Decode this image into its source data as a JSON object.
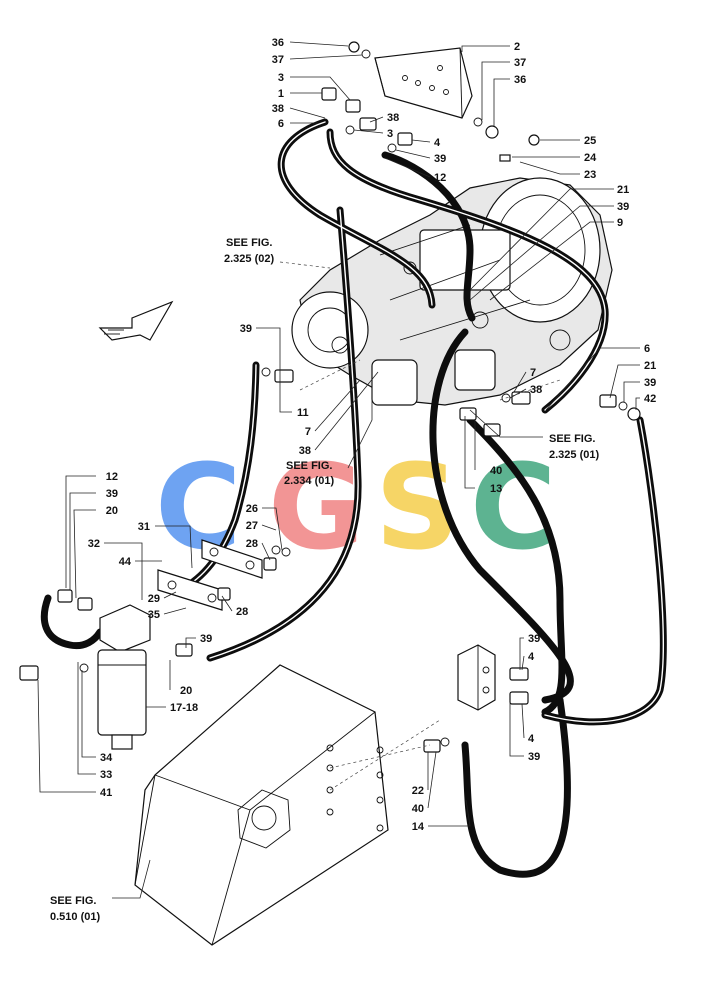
{
  "watermark": {
    "letters": [
      "C",
      "G",
      "S",
      "C"
    ],
    "colors": [
      "#4f8ff0",
      "#f07e7e",
      "#f5cc45",
      "#3aa37a"
    ]
  },
  "see_refs": [
    {
      "line1": "SEE FIG.",
      "line2": "2.325 (02)"
    },
    {
      "line1": "SEE FIG.",
      "line2": "2.334 (01)"
    },
    {
      "line1": "SEE FIG.",
      "line2": "2.325 (01)"
    },
    {
      "line1": "SEE FIG.",
      "line2": "0.510 (01)"
    }
  ],
  "callouts": [
    "36",
    "37",
    "3",
    "1",
    "38",
    "6",
    "38",
    "3",
    "2",
    "37",
    "36",
    "25",
    "24",
    "23",
    "4",
    "39",
    "12",
    "21",
    "39",
    "9",
    "39",
    "11",
    "7",
    "38",
    "6",
    "21",
    "39",
    "42",
    "7",
    "38",
    "40",
    "13",
    "12",
    "39",
    "20",
    "32",
    "44",
    "31",
    "26",
    "27",
    "28",
    "29",
    "35",
    "28",
    "39",
    "20",
    "17-18",
    "34",
    "33",
    "41",
    "39",
    "4",
    "4",
    "39",
    "22",
    "40",
    "14"
  ]
}
